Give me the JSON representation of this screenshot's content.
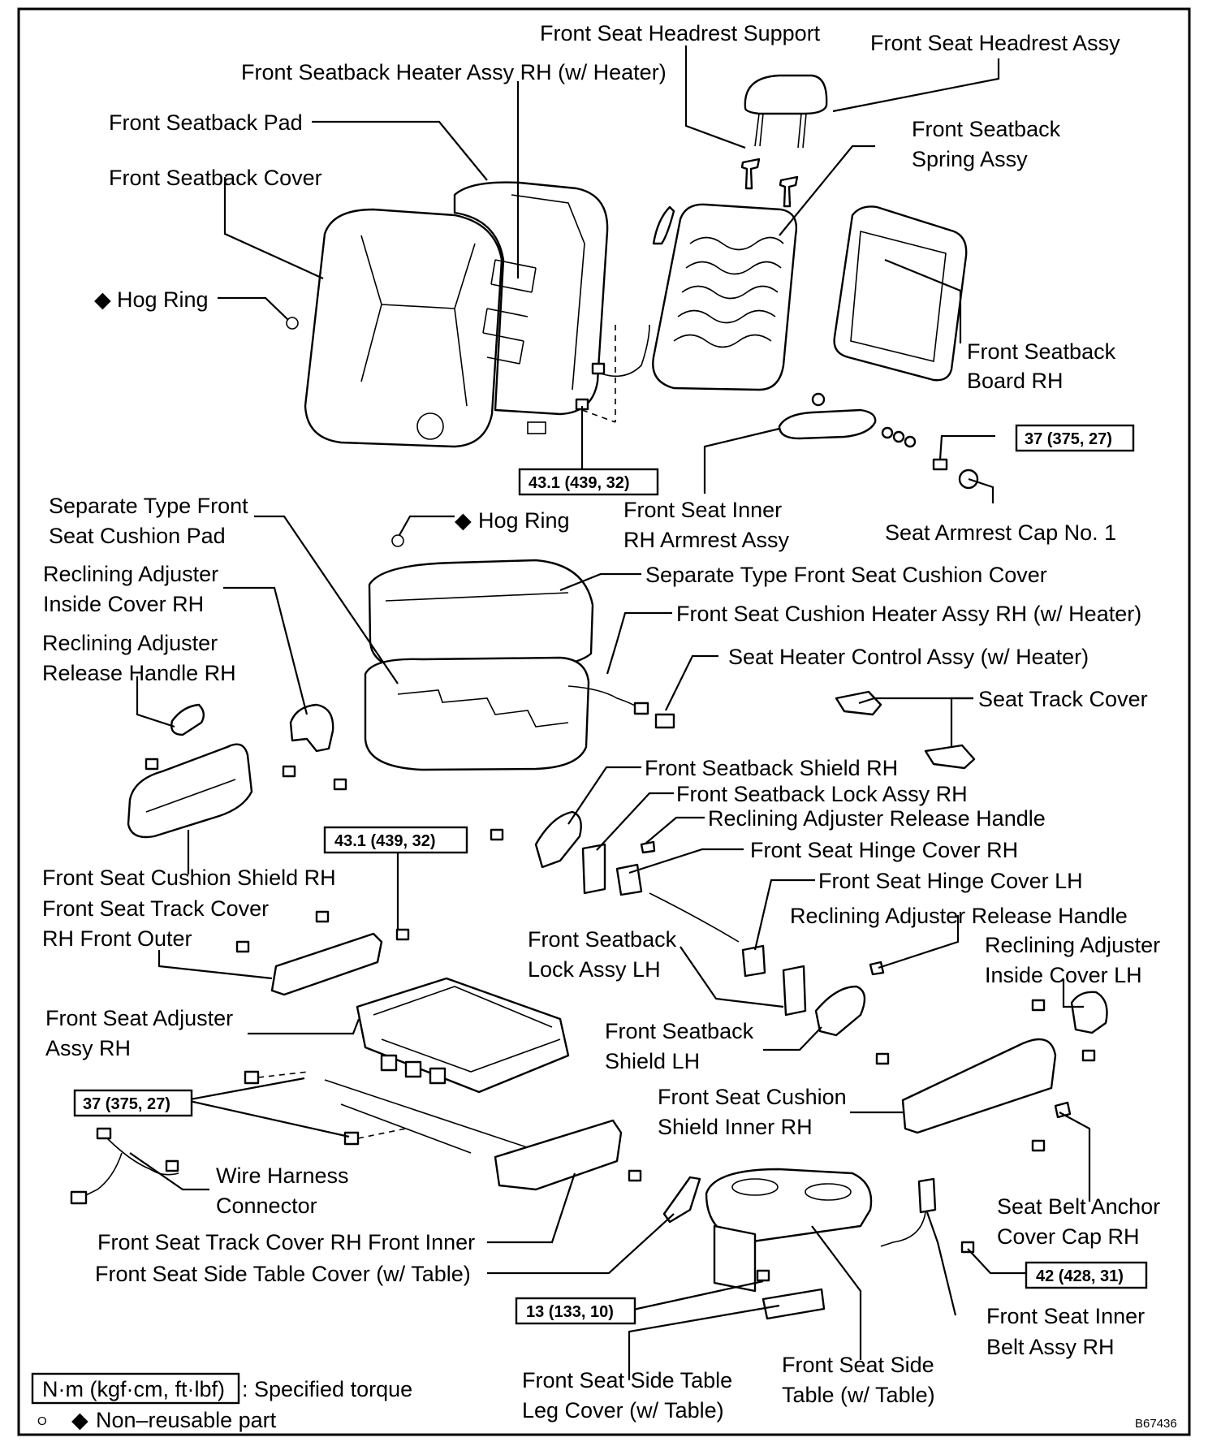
{
  "labels": {
    "headrest_support": "Front Seat Headrest Support",
    "headrest_assy": "Front Seat Headrest Assy",
    "seatback_heater": "Front Seatback Heater Assy RH (w/ Heater)",
    "seatback_pad": "Front Seatback Pad",
    "seatback_cover": "Front Seatback Cover",
    "spring_assy_1": "Front Seatback",
    "spring_assy_2": "Spring Assy",
    "hog_ring": "Hog Ring",
    "hog_ring_2": "Hog Ring",
    "board_rh_1": "Front Seatback",
    "board_rh_2": "Board RH",
    "cushion_pad_1": "Separate Type Front",
    "cushion_pad_2": "Seat Cushion Pad",
    "inner_armrest_1": "Front Seat Inner",
    "inner_armrest_2": "RH Armrest Assy",
    "armrest_cap": "Seat Armrest Cap No. 1",
    "cushion_cover": "Separate Type Front Seat Cushion Cover",
    "cushion_heater": "Front Seat Cushion Heater Assy RH (w/ Heater)",
    "heater_control": "Seat Heater Control Assy (w/ Heater)",
    "track_cover": "Seat Track Cover",
    "inside_cover_rh_1": "Reclining Adjuster",
    "inside_cover_rh_2": "Inside Cover RH",
    "release_handle_rh_1": "Reclining Adjuster",
    "release_handle_rh_2": "Release Handle RH",
    "shield_rh": "Front Seatback Shield RH",
    "lock_assy_rh": "Front Seatback Lock Assy RH",
    "release_handle_1": "Reclining Adjuster Release Handle",
    "hinge_cover_rh": "Front Seat Hinge Cover RH",
    "hinge_cover_lh": "Front Seat Hinge Cover LH",
    "release_handle_2": "Reclining Adjuster Release Handle",
    "cushion_shield_rh": "Front Seat Cushion Shield RH",
    "track_cover_front_outer_1": "Front Seat Track Cover",
    "track_cover_front_outer_2": "RH Front Outer",
    "lock_assy_lh_1": "Front Seatback",
    "lock_assy_lh_2": "Lock Assy LH",
    "inside_cover_lh_1": "Reclining Adjuster",
    "inside_cover_lh_2": "Inside Cover LH",
    "adjuster_assy_1": "Front Seat Adjuster",
    "adjuster_assy_2": "Assy RH",
    "shield_lh_1": "Front Seatback",
    "shield_lh_2": "Shield LH",
    "shield_inner_1": "Front Seat Cushion",
    "shield_inner_2": "Shield Inner RH",
    "wire_harness_1": "Wire Harness",
    "wire_harness_2": "Connector",
    "belt_anchor_cap_1": "Seat Belt Anchor",
    "belt_anchor_cap_2": "Cover Cap RH",
    "track_cover_front_inner": "Front Seat Track Cover RH Front Inner",
    "side_table_cover": "Front Seat Side Table Cover (w/ Table)",
    "inner_belt_1": "Front Seat Inner",
    "inner_belt_2": "Belt Assy RH",
    "side_table_1": "Front Seat Side",
    "side_table_2": "Table (w/ Table)",
    "leg_cover_1": "Front Seat Side Table",
    "leg_cover_2": "Leg Cover (w/ Table)"
  },
  "torques": {
    "t1": "43.1 (439, 32)",
    "t2": "37 (375, 27)",
    "t3": "43.1 (439, 32)",
    "t4": "37 (375, 27)",
    "t5": "42 (428, 31)",
    "t6": "13 (133, 10)"
  },
  "legend": {
    "unit_box": "N·m (kgf·cm, ft·lbf)",
    "unit_text": ": Specified torque",
    "nonreuse_circle": "O",
    "nonreuse_text": "Non–reusable part"
  },
  "diagram_code": "B67436"
}
